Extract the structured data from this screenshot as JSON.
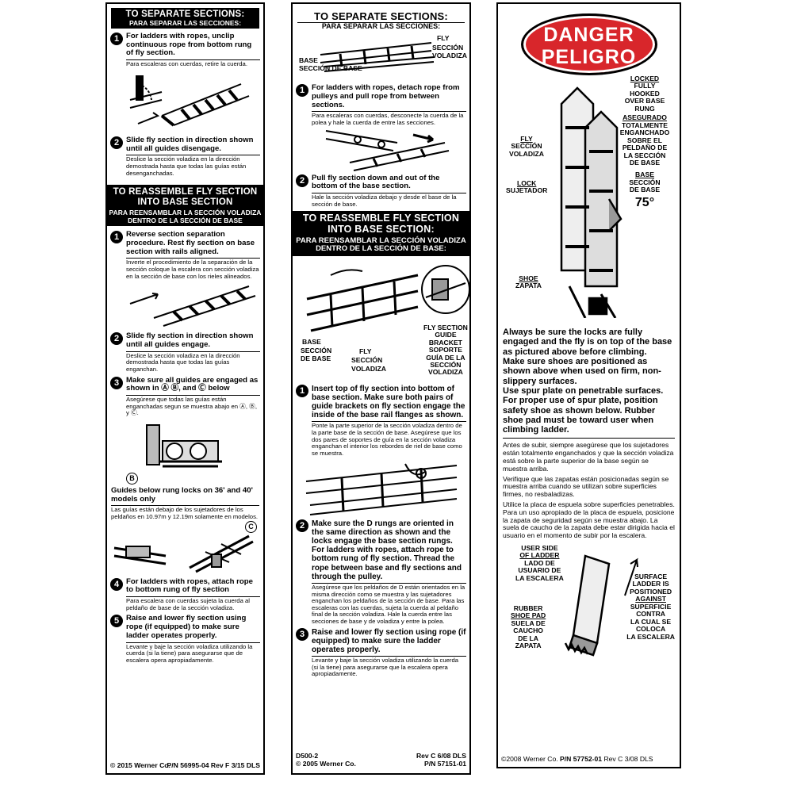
{
  "label1": {
    "sep_header_en": "TO SEPARATE SECTIONS:",
    "sep_header_es": "PARA SEPARAR LAS SECCIONES:",
    "steps_sep": [
      {
        "num": "1",
        "en": "For ladders with ropes, unclip continuous rope from bottom rung of fly section.",
        "es": "Para escaleras con cuerdas, retire la cuerda."
      },
      {
        "num": "2",
        "en": "Slide fly section in direction shown until all guides disengage.",
        "es": "Deslice la sección voladiza en la dirección demostrada hasta que todas las guías están desenganchadas."
      }
    ],
    "reas_header_en_1": "TO REASSEMBLE FLY SECTION",
    "reas_header_en_2": "INTO BASE SECTION",
    "reas_header_es_1": "PARA REENSAMBLAR LA SECCIÓN VOLADIZA",
    "reas_header_es_2": "DENTRO DE LA SECCIÓN DE BASE",
    "steps_reas": [
      {
        "num": "1",
        "en": "Reverse section separation procedure. Rest fly section on base section with rails aligned.",
        "es": "Inverte el procedimiento de la separación de la sección coloque la escalera con sección voladiza en la sección de base con los rieles alineados."
      },
      {
        "num": "2",
        "en": "Slide fly section in direction shown until all guides engage.",
        "es": "Deslice la sección voladiza en la dirección demostrada hasta que todas las guías enganchan."
      },
      {
        "num": "3",
        "en": "Make sure all guides are engaged as shown in Ⓐ Ⓑ, and Ⓒ below",
        "es": "Asegúrese que todas las guías están enganchadas segun se muestra abajo en Ⓐ, Ⓑ, y Ⓒ."
      },
      {
        "num": "4",
        "en": "For ladders with ropes, attach rope to bottom rung of fly section",
        "es": "Para escalera con cuerdas sujeta la cuerda al peldaño de base de la sección voladiza."
      },
      {
        "num": "5",
        "en": "Raise and lower fly section using rope (if equipped) to make sure ladder operates properly.",
        "es": "Levante y baje la sección voladiza utilizando la cuerda (si la tiene) para asegurarse que de escalera opera apropiadamente."
      }
    ],
    "callout_b": "B",
    "callout_c": "C",
    "guides_note_en": "Guides below rung locks on 36' and 40' models only",
    "guides_note_es": "Las guías están debajo de los sujetadores de los peldaños en 10.97m y 12.19m solamente en modelos.",
    "footer_left": "© 2015 Werner Co.",
    "footer_right": "P/N 56995-04  Rev F 3/15 DLS"
  },
  "label2": {
    "sep_header_en": "TO SEPARATE SECTIONS:",
    "sep_header_es": "PARA SEPARAR LAS SECCIONES:",
    "fig_fly": "FLY",
    "fig_fly_es_1": "SECCIÓN",
    "fig_fly_es_2": "VOLADIZA",
    "fig_base": "BASE",
    "fig_base_es": "SECCIÓN DE BASE",
    "step1_en": "For ladders with ropes, detach rope from pulleys and pull rope from between sections.",
    "step1_es": "Para escaleras con cuerdas, desconecte la cuerda de la polea y hale la cuerda de entre las secciones.",
    "step2_en": "Pull fly section down and out of the bottom of the base section.",
    "step2_es": "Hale la sección voladiza debajo y desde el base de la sección de base.",
    "reas_header_en_1": "TO REASSEMBLE FLY SECTION",
    "reas_header_en_2": "INTO BASE SECTION:",
    "reas_header_es_1": "PARA REENSAMBLAR LA SECCIÓN VOLADIZA",
    "reas_header_es_2": "DENTRO DE LA SECCIÓN DE BASE:",
    "fig2_base": "BASE",
    "fig2_base_es_1": "SECCIÓN",
    "fig2_base_es_2": "DE BASE",
    "fig2_fly": "FLY",
    "fig2_fly_es_1": "SECCIÓN",
    "fig2_fly_es_2": "VOLADIZA",
    "fig2_guide_1": "FLY SECTION",
    "fig2_guide_2": "GUIDE",
    "fig2_guide_3": "BRACKET",
    "fig2_guide_es_1": "SOPORTE",
    "fig2_guide_es_2": "GUÍA DE LA",
    "fig2_guide_es_3": "SECCIÓN",
    "fig2_guide_es_4": "VOLADIZA",
    "steps_reas": [
      {
        "num": "1",
        "en": "Insert top of fly section into bottom of base section. Make sure both pairs of guide brackets on fly section engage the inside of the base rail flanges as shown.",
        "es": "Ponte la parte superior de la sección voladiza dentro de la parte base de la sección de base. Asegúrese que los dos pares de soportes de guía en la sección voladiza enganchan el interior los rebordes de riel de base como se muestra."
      },
      {
        "num": "2",
        "en": "Make sure the D rungs are oriented in the same direction as shown and the locks engage the base section rungs. For ladders with ropes, attach rope to bottom rung of fly section. Thread the rope between base and fly sections and through the pulley.",
        "es": "Asegúrese que los peldaños de D están orientados en la misma dirección como se muestra y las sujetadores enganchan los peldaños de la sección de base. Para las escaleras con las cuerdas, sujeta la cuerda al peldaño final de la sección voladiza. Hale la cuerda entre las secciones de base y de voladiza y entre la polea."
      },
      {
        "num": "3",
        "en": "Raise and lower fly section using rope (if equipped) to make sure the ladder operates properly.",
        "es": "Levante y baje la sección voladiza utilizando la cuerda (si la tiene) para asegurarse que la escalera opera apropiadamente."
      }
    ],
    "footer_left_1": "D500-2",
    "footer_left_2": "© 2005 Werner Co.",
    "footer_right_1": "Rev C 6/08 DLS",
    "footer_right_2": "P/N 57151-01"
  },
  "label3": {
    "danger_en": "DANGER",
    "danger_es": "PELIGRO",
    "locked_1": "LOCKED",
    "locked_2": "FULLY",
    "locked_3": "HOOKED",
    "locked_4": "OVER BASE",
    "locked_5": "RUNG",
    "asegurado_1": "ASEGURADO",
    "asegurado_2": "TOTALMENTE",
    "asegurado_3": "ENGANCHADO",
    "asegurado_4": "SOBRE EL",
    "asegurado_5": "PELDAÑO DE",
    "asegurado_6": "LA SECCIÓN",
    "asegurado_7": "DE BASE",
    "fly": "FLY",
    "fly_es_1": "SECCIÓN",
    "fly_es_2": "VOLADIZA",
    "lock": "LOCK",
    "lock_es": "SUJETADOR",
    "base": "BASE",
    "base_es_1": "SECCIÓN",
    "base_es_2": "DE BASE",
    "shoe": "SHOE",
    "shoe_es": "ZAPATA",
    "angle": "75°",
    "warn_en_1": "Always be sure the locks are fully engaged and the fly is on top of the base as pictured above before climbing.",
    "warn_en_2": "Make sure shoes are positioned as shown above when used on firm, non-slippery surfaces.",
    "warn_en_3": "Use spur plate on penetrable surfaces. For proper use of spur plate, position safety shoe as shown below. Rubber shoe pad must be toward user when climbing ladder.",
    "warn_es_1": "Antes de subir, siempre asegúrese que los sujetadores están totalmente enganchados y que la sección voladiza está sobre la parte superior de la base según se muestra arriba.",
    "warn_es_2": "Verifique que las zapatas están posicionadas según se muestra arriba cuando se utilizan sobre superficies firmes, no resbaladizas.",
    "warn_es_3": "Utilice la placa de espuela sobre superficies penetrables. Para un uso apropiado de la placa de espuela, posicione la zapata de seguridad según se muestra abajo. La suela de caucho de la zapata debe estar dirigida hacia el usuario en el momento de subir por la escalera.",
    "user_side_1": "USER SIDE",
    "user_side_2": "OF LADDER",
    "user_side_es_1": "LADO DE",
    "user_side_es_2": "USUARIO DE",
    "user_side_es_3": "LA ESCALERA",
    "rubber_1": "RUBBER",
    "rubber_2": "SHOE PAD",
    "rubber_es_1": "SUELA DE",
    "rubber_es_2": "CAUCHO",
    "rubber_es_3": "DE LA",
    "rubber_es_4": "ZAPATA",
    "surface_1": "SURFACE",
    "surface_2": "LADDER IS",
    "surface_3": "POSITIONED",
    "surface_4": "AGAINST",
    "surface_es_1": "SUPERFICIE",
    "surface_es_2": "CONTRA",
    "surface_es_3": "LA CUAL SE",
    "surface_es_4": "COLOCA",
    "surface_es_5": "LA ESCALERA",
    "footer_left": "©2008 Werner Co.",
    "footer_pn": "P/N 57752-01",
    "footer_right": "Rev C 3/08  DLS"
  }
}
